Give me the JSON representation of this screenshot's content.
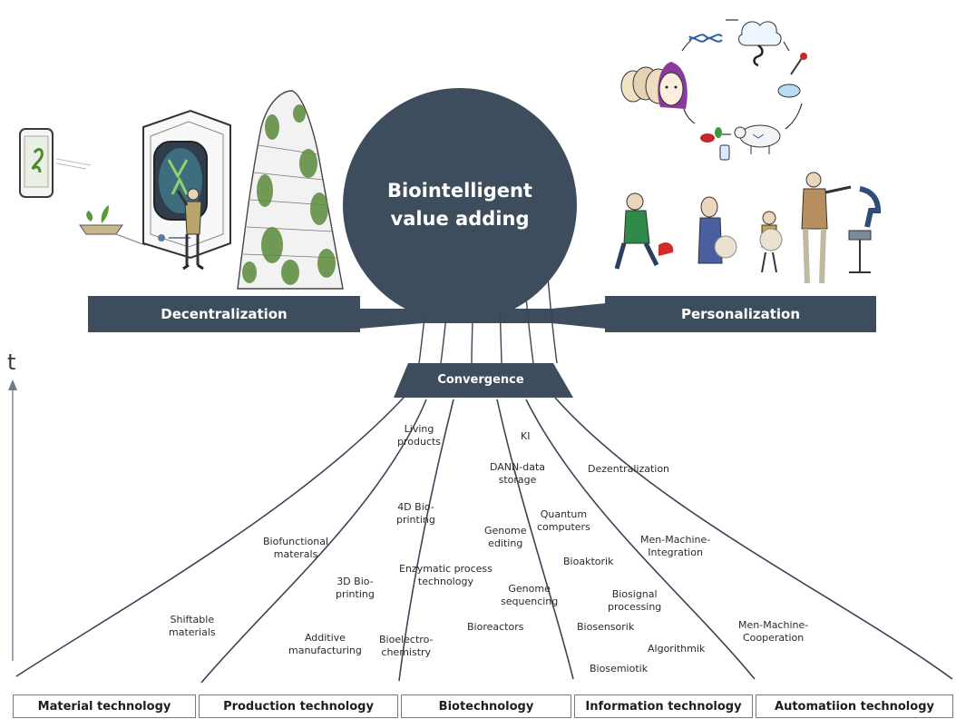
{
  "center": {
    "line1": "Biointelligent",
    "line2": "value adding"
  },
  "left_bar": "Decentralization",
  "right_bar": "Personalization",
  "convergence": "Convergence",
  "axis_label": "t",
  "categories": [
    "Material technology",
    "Production technology",
    "Biotechnology",
    "Information technology",
    "Automatiion technology"
  ],
  "labels": {
    "living_products": [
      "Living",
      "products"
    ],
    "ki": "KI",
    "dann": [
      "DANN-data",
      "storage"
    ],
    "dezentralization": "Dezentralization",
    "bioprint4d": [
      "4D Bio-",
      "printing"
    ],
    "quantum": [
      "Quantum",
      "computers"
    ],
    "genome_editing": [
      "Genome",
      "editing"
    ],
    "men_machine_integration": [
      "Men-Machine-",
      "Integration"
    ],
    "biofunctional": [
      "Biofunctional",
      "materals"
    ],
    "enzymatic": [
      "Enzymatic process",
      "technology"
    ],
    "bioaktorik": "Bioaktorik",
    "bioprint3d": [
      "3D Bio-",
      "printing"
    ],
    "genome_sequencing": [
      "Genome",
      "sequencing"
    ],
    "biosignal": [
      "Biosignal",
      "processing"
    ],
    "shiftable": [
      "Shiftable",
      "materials"
    ],
    "additive": [
      "Additive",
      "manufacturing"
    ],
    "bioelectro": [
      "Bioelectro-",
      "chemistry"
    ],
    "bioreactors": "Bioreactors",
    "biosensorik": "Biosensorik",
    "algorithmik": "Algorithmik",
    "men_machine_cooperation": [
      "Men-Machine-",
      "Cooperation"
    ],
    "biosemiotik": "Biosemiotik"
  },
  "colors": {
    "navy": "#3d4d5e",
    "line": "#3a4656",
    "plant": "#5a8a3a"
  }
}
